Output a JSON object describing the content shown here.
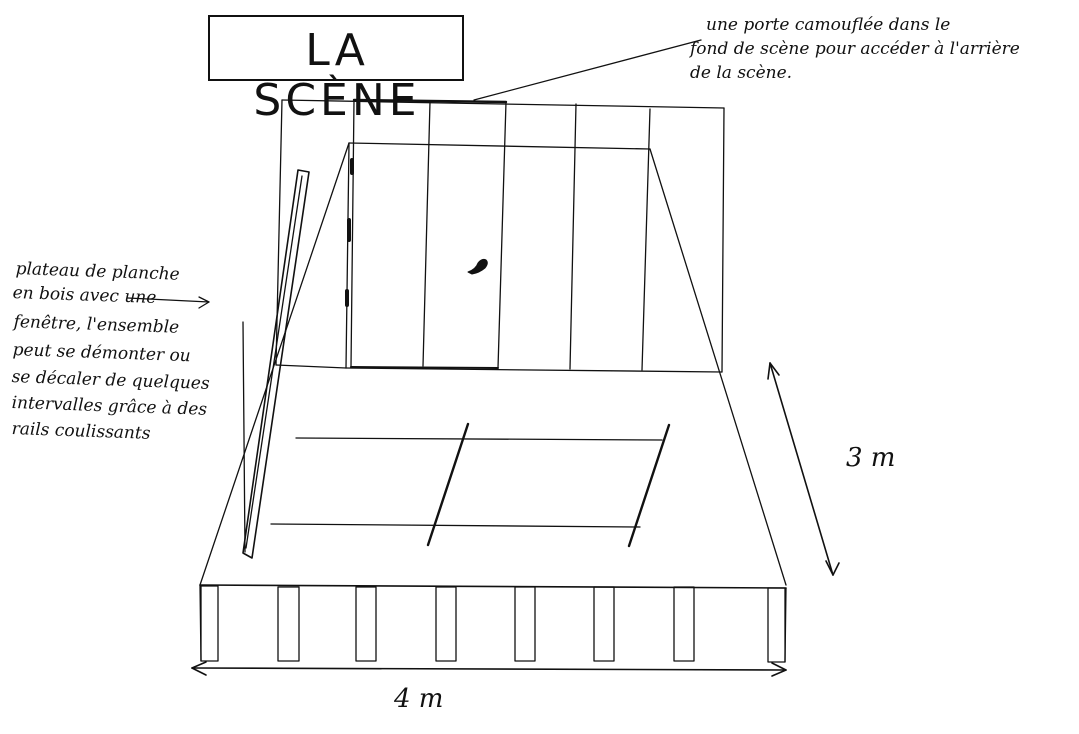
{
  "title": "LA SCÈNE",
  "annotations": {
    "door_note": [
      "une porte camouflée dans le",
      "fond de scène pour accéder à l'arrière",
      "de la scène."
    ],
    "panel_note": [
      "plateau de planche",
      "en bois avec une",
      "fenêtre, l'ensemble",
      "peut se démonter ou",
      "se décaler de quelques",
      "intervalles grâce à des",
      "rails coulissants"
    ]
  },
  "dimensions": {
    "depth": "3 m",
    "width": "4 m"
  }
}
